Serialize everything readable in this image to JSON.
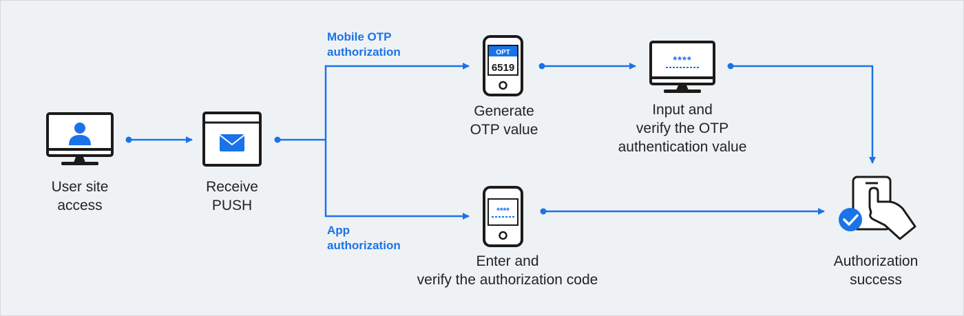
{
  "accent_color": "#1a73e8",
  "icon_color": "#1b1b1b",
  "nodes": {
    "user_site_access": {
      "icon": "monitor-user-icon",
      "line1": "User site",
      "line2": "access"
    },
    "receive_push": {
      "icon": "browser-mail-icon",
      "line1": "Receive",
      "line2": "PUSH"
    },
    "generate_otp": {
      "icon": "phone-otp-icon",
      "line1": "Generate",
      "line2": "OTP value",
      "badge": "OPT",
      "code": "6519"
    },
    "input_verify_otp": {
      "icon": "monitor-password-icon",
      "line1": "Input and",
      "line2": "verify the OTP",
      "line3": "authentication value",
      "mask": "****"
    },
    "enter_verify_code": {
      "icon": "phone-password-icon",
      "line1": "Enter and",
      "line2": "verify the authorization code",
      "mask": "****"
    },
    "authorization_success": {
      "icon": "tablet-tap-check-icon",
      "line1": "Authorization",
      "line2": "success"
    }
  },
  "branches": {
    "mobile_otp": {
      "line1": "Mobile OTP",
      "line2": "authorization"
    },
    "app": {
      "line1": "App",
      "line2": "authorization"
    }
  }
}
